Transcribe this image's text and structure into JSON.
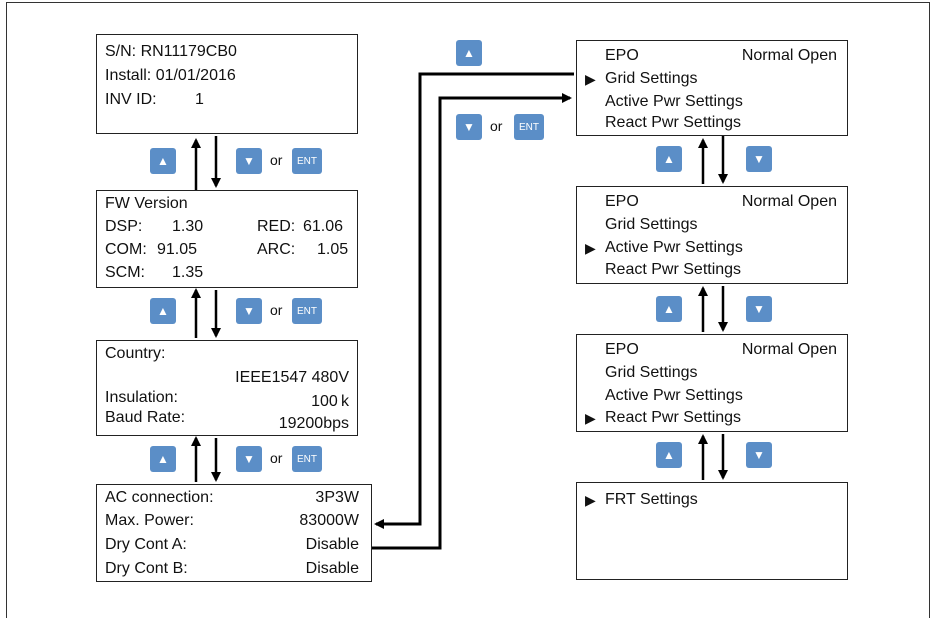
{
  "buttons": {
    "up_glyph": "▲",
    "down_glyph": "▼",
    "enter_label": "ENT",
    "or_text": "or"
  },
  "screens_left": [
    {
      "id": "serial",
      "lines": [
        {
          "text": "S/N: RN11179CB0"
        },
        {
          "text": "Install: 01/01/2016"
        },
        {
          "left": "INV ID:",
          "right": "1"
        }
      ]
    },
    {
      "id": "firmware",
      "title": "FW Version",
      "rows": [
        {
          "k1": "DSP:",
          "v1": "1.30",
          "k2": "RED:",
          "v2": "61.06"
        },
        {
          "k1": "COM:",
          "v1": "91.05",
          "k2": "ARC:",
          "v2": "1.05"
        },
        {
          "k1": "SCM:",
          "v1": "1.35"
        }
      ]
    },
    {
      "id": "country",
      "country_label": "Country:",
      "country_value": "IEEE1547  480V",
      "insulation_label": "Insulation:",
      "insulation_value": "100 k",
      "baud_label": "Baud Rate:",
      "baud_value": "19200bps"
    },
    {
      "id": "ac",
      "rows": [
        {
          "label": "AC connection:",
          "value": "3P3W"
        },
        {
          "label": "Max. Power:",
          "value": "83000W"
        },
        {
          "label": "Dry Cont A:",
          "value": "Disable"
        },
        {
          "label": "Dry Cont B:",
          "value": "Disable"
        }
      ]
    }
  ],
  "settings_menu": {
    "epo_label": "EPO",
    "epo_value": "Normal Open",
    "grid": "Grid Settings",
    "active": "Active Pwr Settings",
    "react": "React Pwr Settings",
    "frt": "FRT Settings",
    "cursor": "▶"
  }
}
